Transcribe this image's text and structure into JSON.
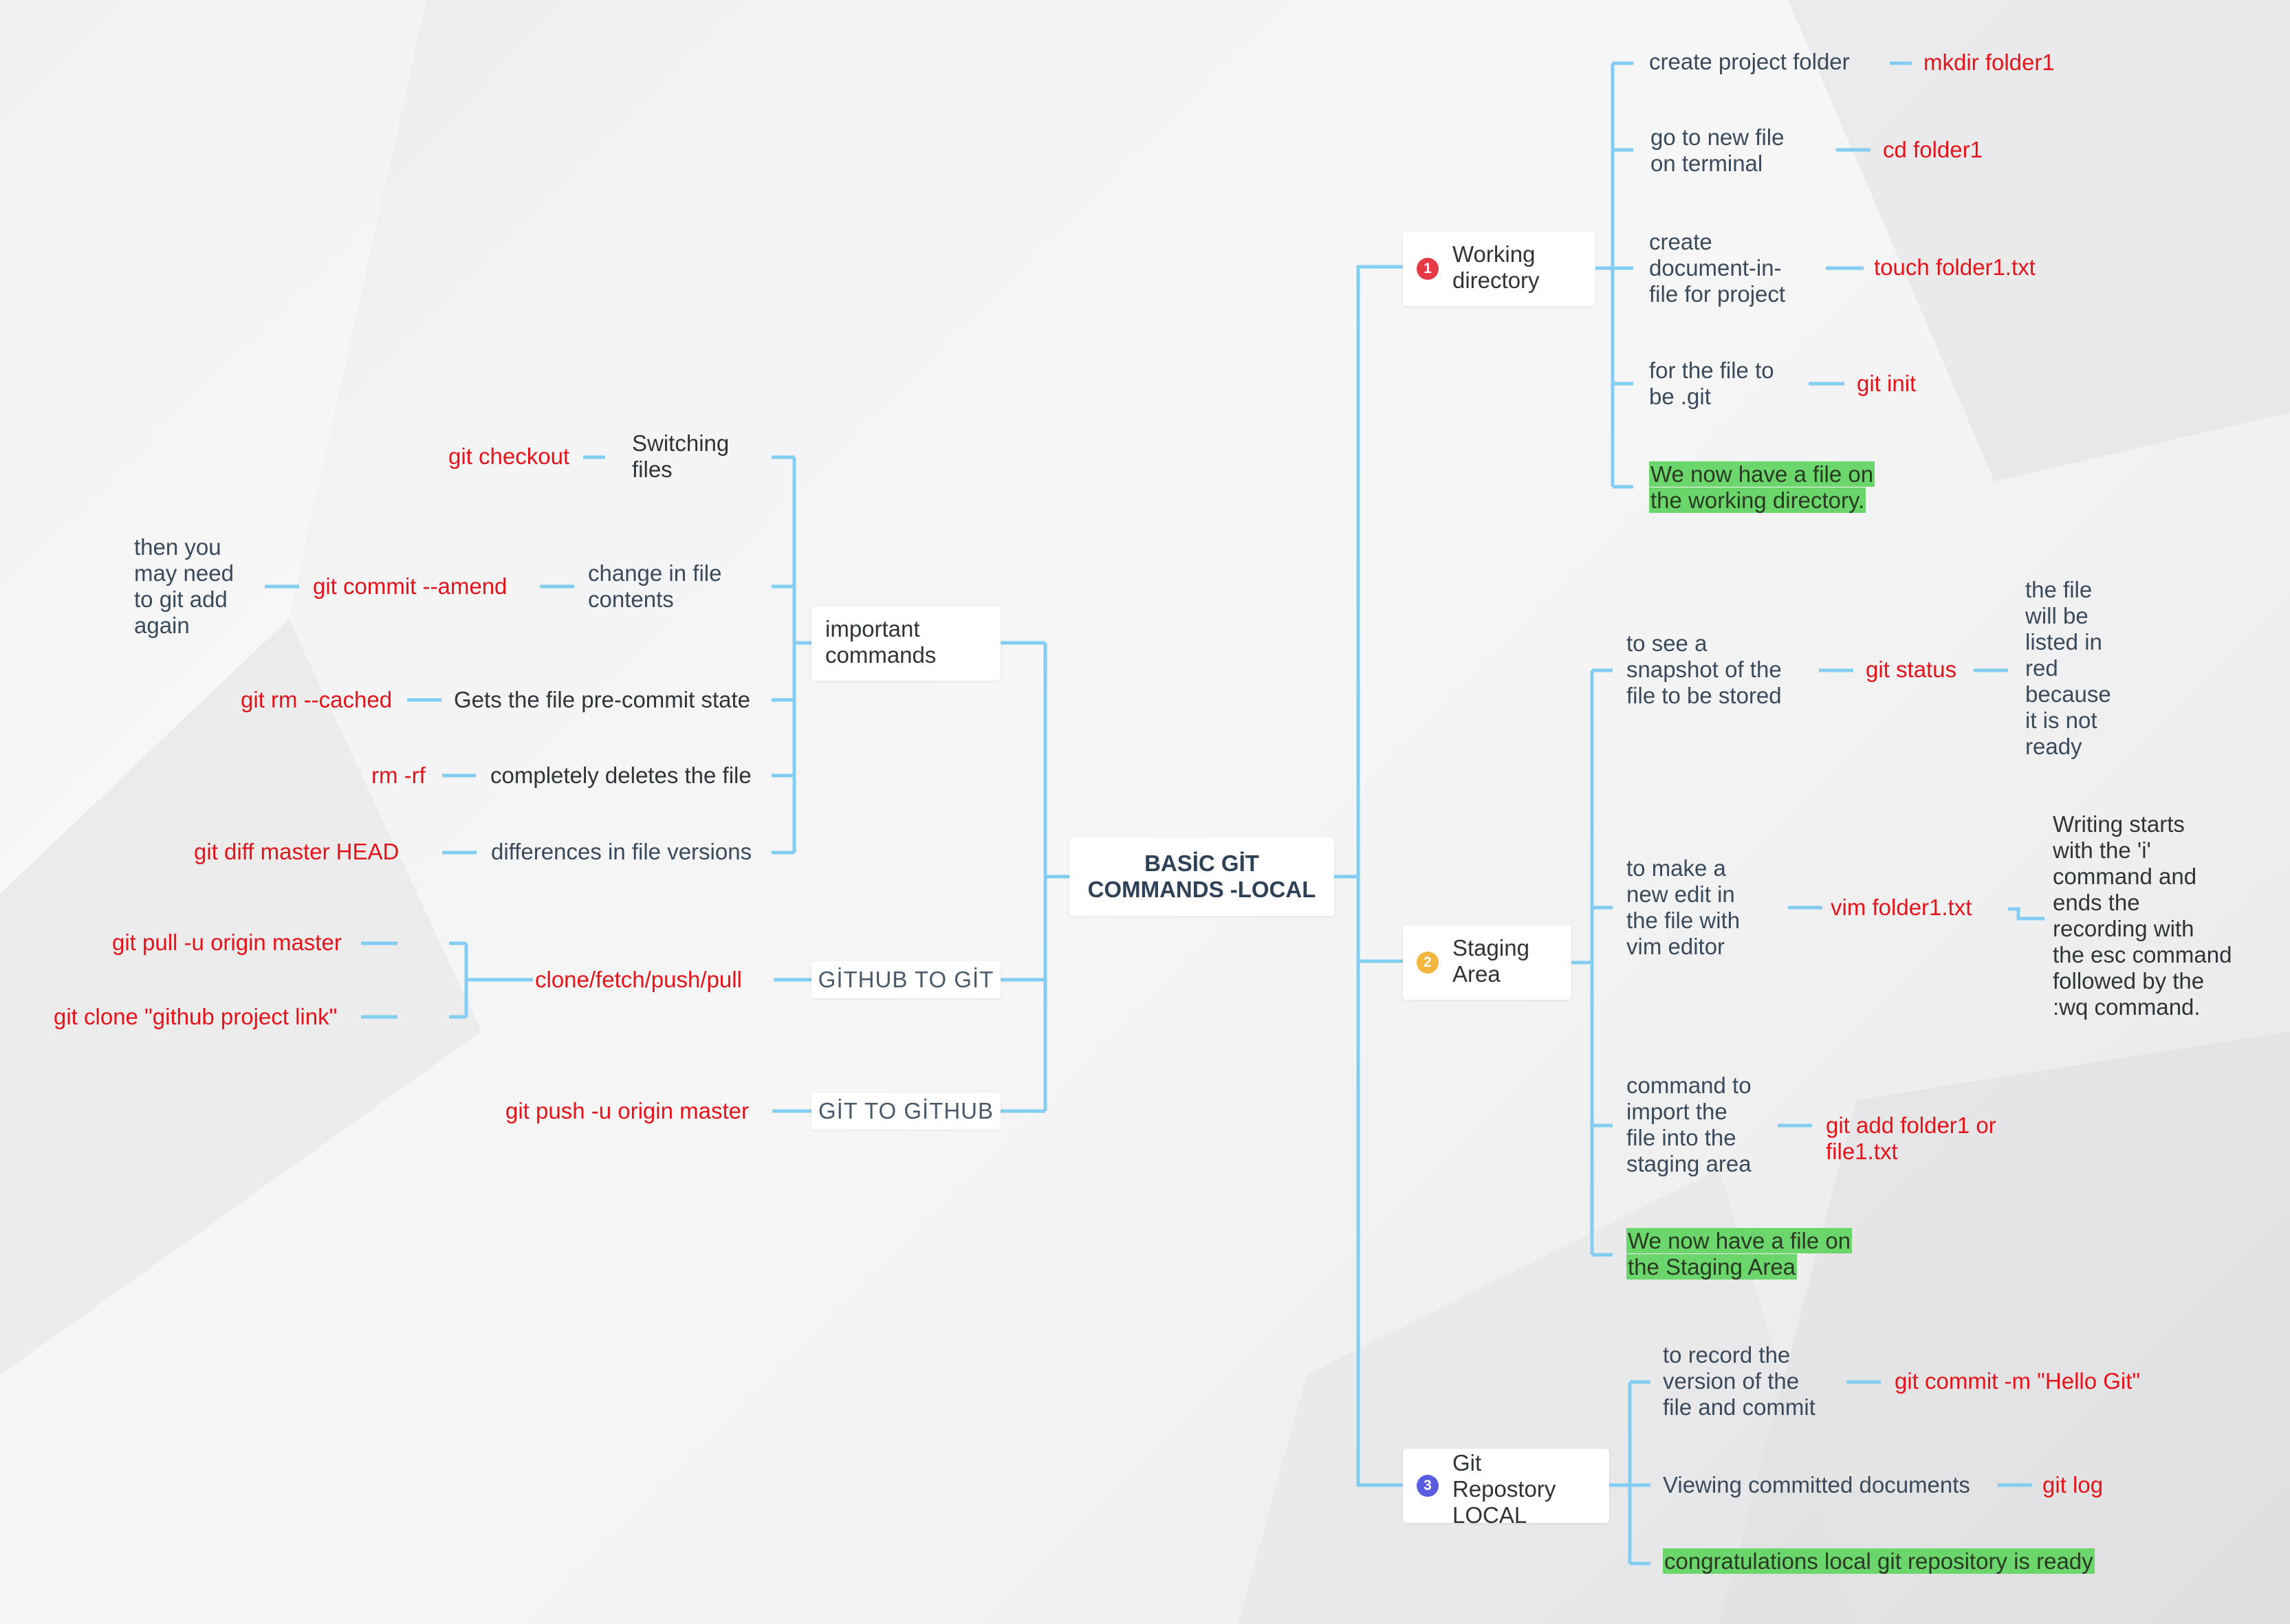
{
  "center": {
    "line1": "BASİC GİT",
    "line2": "COMMANDS -LOCAL"
  },
  "colors": {
    "connector": "#82cdf1",
    "command_red": "#e4141b",
    "highlight_green": "#6bd66b",
    "badge1": "#e63946",
    "badge2": "#f2b53d",
    "badge3": "#5a5ce0"
  },
  "right": {
    "working": {
      "badge": "1",
      "line1": "Working",
      "line2": "directory",
      "items": [
        {
          "label": "create project folder",
          "cmd": "mkdir folder1"
        },
        {
          "l1": "go to new file",
          "l2": "on terminal",
          "cmd": "cd folder1"
        },
        {
          "l1": "create",
          "l2": "document-in-",
          "l3": "file for project",
          "cmd": "touch folder1.txt"
        },
        {
          "l1": "for the file to",
          "l2": "be .git",
          "cmd": "git init"
        }
      ],
      "note1": "We now have a file on",
      "note2": "the working directory."
    },
    "staging": {
      "badge": "2",
      "line1": "Staging",
      "line2": "Area",
      "status": {
        "l1": "to see a",
        "l2": "snapshot of the",
        "l3": "file to be stored",
        "cmd": "git status",
        "n1": "the file",
        "n2": "will be",
        "n3": "listed in",
        "n4": "red",
        "n5": "because",
        "n6": "it is not",
        "n7": "ready"
      },
      "vim": {
        "l1": "to make a",
        "l2": "new edit in",
        "l3": "the file with",
        "l4": "vim editor",
        "cmd": "vim folder1.txt",
        "n1": "Writing starts",
        "n2": "with the 'i'",
        "n3": "command and",
        "n4": "ends the",
        "n5": "recording with",
        "n6": "the esc command",
        "n7": "followed by the",
        "n8": ":wq command."
      },
      "add": {
        "l1": "command to",
        "l2": "import the",
        "l3": "file into the",
        "l4": "staging area",
        "cmd1": "git add folder1 or",
        "cmd2": "file1.txt"
      },
      "note1": "We now have a file on",
      "note2": "the Staging Area"
    },
    "repo": {
      "badge": "3",
      "line1": "Git",
      "line2": "Repostory",
      "line3": "LOCAL",
      "record": {
        "l1": "to record the",
        "l2": "version of the",
        "l3": "file and commit",
        "cmd": "git commit -m \"Hello Git\""
      },
      "log": {
        "label": "Viewing committed documents",
        "cmd": "git log"
      },
      "note": "congratulations local git repository is ready"
    }
  },
  "left": {
    "important": {
      "line1": "important",
      "line2": "commands",
      "checkout": {
        "cmd": "git checkout",
        "l1": "Switching",
        "l2": "files"
      },
      "amend": {
        "n1": "then you",
        "n2": "may need",
        "n3": "to git add",
        "n4": "again",
        "cmd": "git commit --amend",
        "l1": "change in file",
        "l2": "contents"
      },
      "cached": {
        "cmd": "git rm --cached",
        "label": "Gets the file pre-commit state"
      },
      "rmrf": {
        "cmd": "rm -rf",
        "label": "completely deletes the file"
      },
      "diff": {
        "cmd": "git diff master HEAD",
        "label": "differences in file versions"
      }
    },
    "github_to_git": {
      "label": "GİTHUB TO GİT",
      "mid": "clone/fetch/push/pull",
      "pull": "git pull -u origin master",
      "clone": "git clone \"github project link\""
    },
    "git_to_github": {
      "label": "GİT TO GİTHUB",
      "cmd": "git push -u origin master"
    }
  }
}
